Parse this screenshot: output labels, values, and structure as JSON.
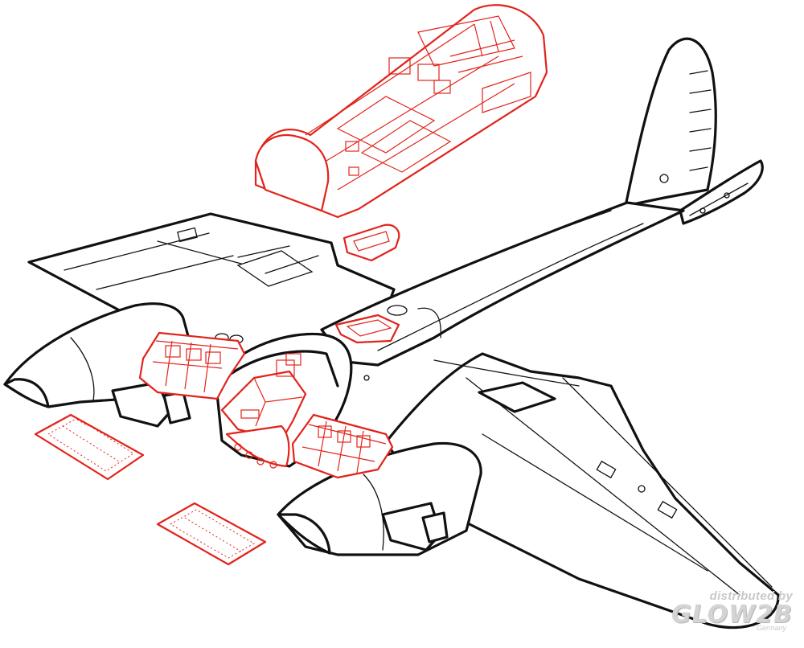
{
  "watermark": {
    "line1": "distributed by",
    "logo": "GLOW2B",
    "line3": "Germany"
  },
  "colors": {
    "outline": "#111111",
    "resin_parts": "#e2231a",
    "background": "#ffffff",
    "watermark": "#c9c9c9"
  }
}
